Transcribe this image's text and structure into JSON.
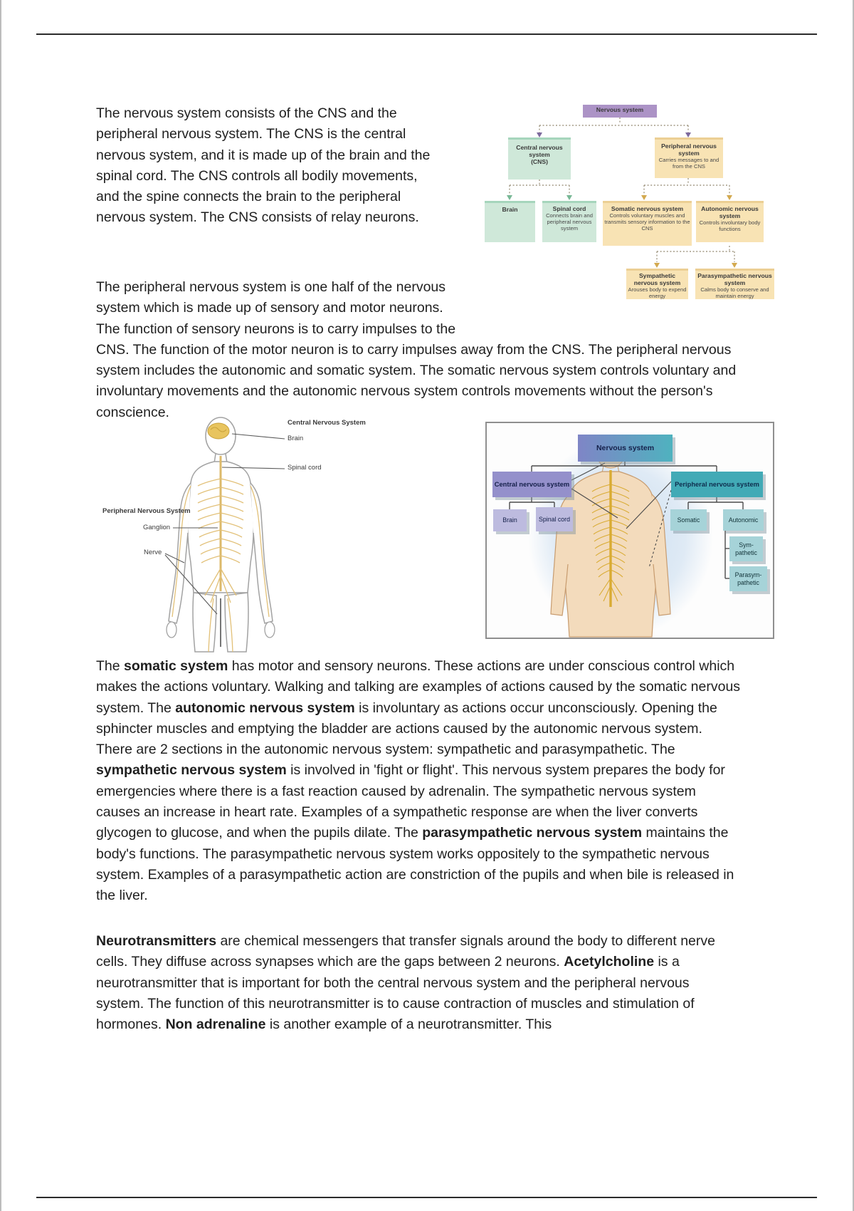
{
  "paragraphs": [
    {
      "segments": [
        {
          "text": "The nervous system consists of the CNS and the peripheral nervous system. The CNS is the central nervous system, and it is made up of the brain and the spinal cord. The CNS controls all bodily movements, and the spine connects the brain to the peripheral nervous system. The CNS consists of relay neurons."
        }
      ]
    },
    {
      "segments": [
        {
          "text": "The peripheral nervous system is one half of the nervous system which is made up of sensory and motor neurons. The function of sensory neurons is to carry impulses to the CNS. The function of the motor neuron is to carry impulses away from the CNS. The peripheral nervous system includes the autonomic and somatic system. The somatic nervous system controls voluntary and involuntary movements and the autonomic nervous system controls movements without the person's conscience."
        }
      ]
    },
    {
      "segments": [
        {
          "text": "The "
        },
        {
          "text": "somatic system",
          "bold": true
        },
        {
          "text": " has motor and sensory neurons. These actions are under conscious control which makes the actions voluntary. Walking and talking are examples of actions caused by the somatic nervous system. The "
        },
        {
          "text": "autonomic nervous system",
          "bold": true
        },
        {
          "text": " is involuntary as actions occur unconsciously. Opening the sphincter muscles and emptying the bladder are actions caused by the autonomic nervous system. There are 2 sections in the autonomic nervous system: sympathetic and parasympathetic. The "
        },
        {
          "text": "sympathetic nervous system",
          "bold": true
        },
        {
          "text": " is involved in 'fight or flight'. This nervous system prepares the body for emergencies where there is a fast reaction caused by adrenalin. The sympathetic nervous system causes an increase in heart rate. Examples of a sympathetic response are when the liver converts glycogen to glucose, and when the pupils dilate. The "
        },
        {
          "text": "parasympathetic nervous system",
          "bold": true
        },
        {
          "text": " maintains the body's functions. The parasympathetic nervous system works oppositely to the sympathetic nervous system. Examples of a parasympathetic action are constriction of the pupils and when bile is released in the liver."
        }
      ]
    },
    {
      "segments": [
        {
          "text": "Neurotransmitters",
          "bold": true
        },
        {
          "text": " are chemical messengers that transfer signals around the body to different nerve cells. They diffuse across synapses which are the gaps between 2 neurons. "
        },
        {
          "text": "Acetylcholine",
          "bold": true
        },
        {
          "text": " is a neurotransmitter that is important for both the central nervous system and the peripheral nervous system. The function of this neurotransmitter is to cause contraction of muscles and stimulation of hormones. "
        },
        {
          "text": "Non adrenaline",
          "bold": true
        },
        {
          "text": " is another example of a neurotransmitter. This"
        }
      ]
    }
  ],
  "fig1": {
    "root": {
      "title": "Nervous system"
    },
    "cns": {
      "title": "Central nervous system",
      "subtitle": "(CNS)"
    },
    "pns": {
      "title": "Peripheral nervous system",
      "desc": "Carries messages to and from the CNS"
    },
    "brain": {
      "title": "Brain"
    },
    "spinal": {
      "title": "Spinal cord",
      "desc": "Connects brain and peripheral nervous system"
    },
    "somatic": {
      "title": "Somatic nervous system",
      "desc": "Controls voluntary muscles and transmits sensory information to the CNS"
    },
    "autonomic": {
      "title": "Autonomic nervous system",
      "desc": "Controls involuntary body functions"
    },
    "sympathetic": {
      "title": "Sympathetic nervous system",
      "desc": "Arouses body to expend energy"
    },
    "parasympathetic": {
      "title": "Parasympathetic nervous system",
      "desc": "Calms body to conserve and maintain energy"
    }
  },
  "fig2": {
    "cns_header": "Central Nervous System",
    "brain": "Brain",
    "spinal_cord": "Spinal cord",
    "pns_header": "Peripheral Nervous System",
    "ganglion": "Ganglion",
    "nerve": "Nerve"
  },
  "fig3": {
    "root": "Nervous system",
    "cns": "Central nervous system",
    "brain": "Brain",
    "spinal_cord": "Spinal cord",
    "pns": "Peripheral nervous system",
    "somatic": "Somatic",
    "autonomic": "Autonomic",
    "sympathetic": "Sym-pathetic",
    "parasympathetic": "Parasym-pathetic"
  },
  "colors": {
    "fig1_purple": "#ac93c6",
    "fig1_green": "#cfe8d9",
    "fig1_tan": "#f8e3b4",
    "fig3_purple": "#9490cb",
    "fig3_teal": "#42aab6",
    "fig3_light_purple": "#bdbbdf",
    "fig3_light_teal": "#a6d3d8",
    "nerve_gold": "#e2c077",
    "text": "#1f1f1f"
  }
}
